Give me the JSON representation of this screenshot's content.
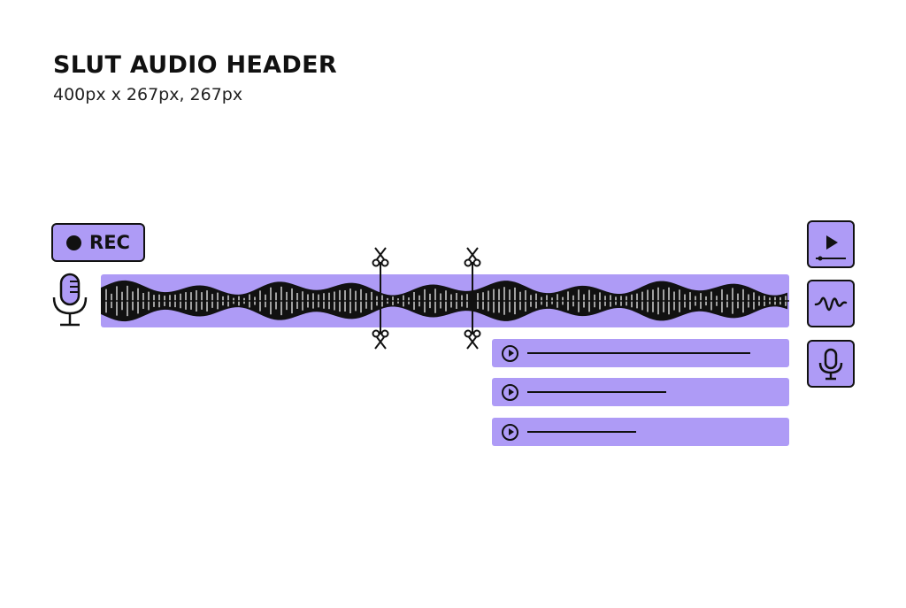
{
  "header": {
    "title": "SLUT AUDIO HEADER",
    "subtitle": "400px x 267px, 267px"
  },
  "controls": {
    "record_label": "REC",
    "record_icon": "record-dot-icon",
    "mic_icon": "microphone-icon"
  },
  "waveform": {
    "cut_markers": 2,
    "cut_icon": "scissors-icon"
  },
  "clips": [
    {
      "play_icon": "play-circle-icon",
      "progress": 0.88
    },
    {
      "play_icon": "play-circle-icon",
      "progress": 0.55
    },
    {
      "play_icon": "play-circle-icon",
      "progress": 0.43
    }
  ],
  "side_buttons": [
    {
      "icon": "play-progress-icon"
    },
    {
      "icon": "wave-icon"
    },
    {
      "icon": "microphone-icon"
    }
  ],
  "colors": {
    "accent": "#AE9BF6",
    "ink": "#111111",
    "background": "#FFFFFF"
  }
}
